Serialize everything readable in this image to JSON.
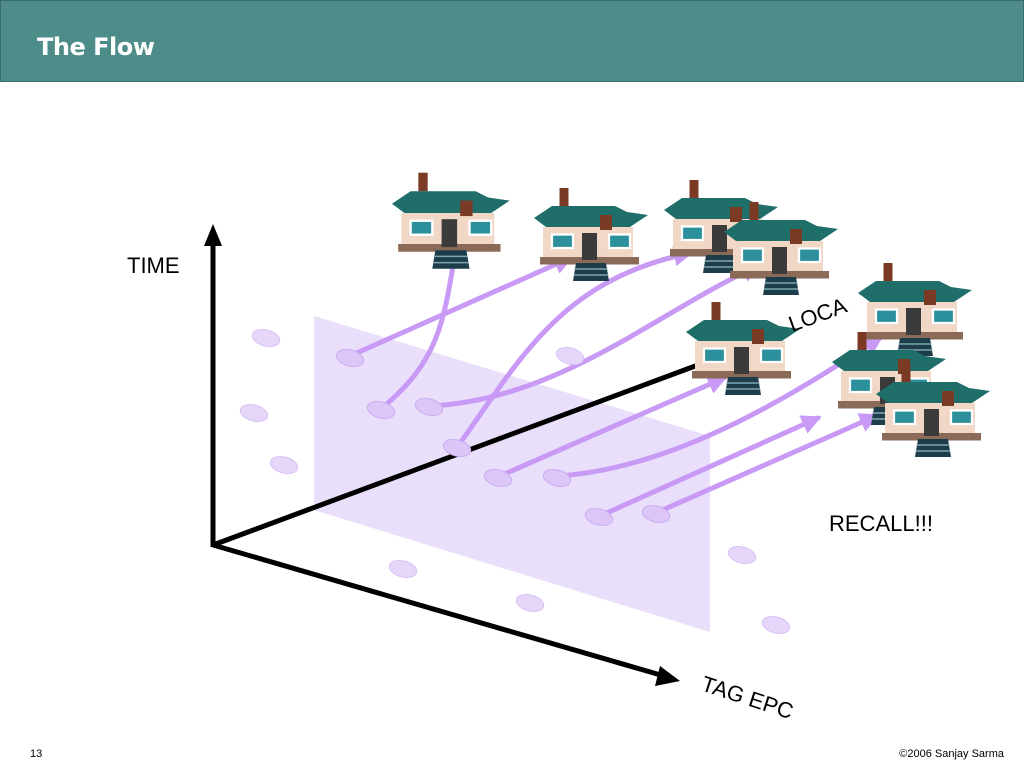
{
  "slide": {
    "title": "The Flow",
    "page_number": "13",
    "copyright": "©2006 Sanjay Sarma"
  },
  "diagram": {
    "axis_time_label": "TIME",
    "axis_tag_label": "TAG EPC",
    "axis_location_label": "LOCA",
    "callout_text": "RECALL!!!",
    "colors": {
      "title_bar": "#4e8c89",
      "plane_fill": "#e8dcfb",
      "arrow": "#c89af6",
      "dot": "#e6d6fa",
      "axis": "#000000",
      "roof": "#1f6e6a",
      "wall": "#f1d7c6"
    },
    "icons": [
      "house-icon"
    ]
  }
}
